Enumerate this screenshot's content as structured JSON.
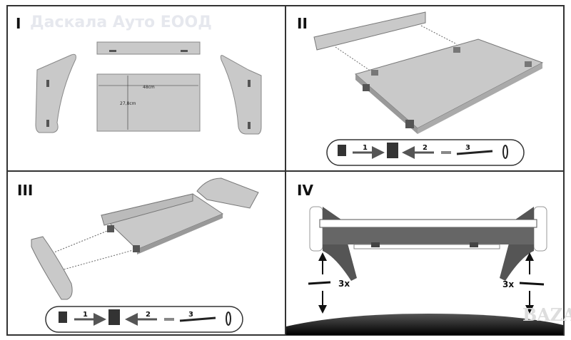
{
  "watermark": "Даскала Ауто ЕООД",
  "watermark_bazar": "BAZAR",
  "panels": [
    {
      "label": "I",
      "width_label": "48cm",
      "height_label": "27,8cm"
    },
    {
      "label": "II",
      "steps": [
        "1",
        "2",
        "3"
      ]
    },
    {
      "label": "III",
      "steps": [
        "1",
        "2",
        "3"
      ]
    },
    {
      "label": "IV",
      "turns_left": "3x",
      "turns_right": "3x"
    }
  ],
  "colors": {
    "panel_fill": "#c9c9c9",
    "dark_part": "#555555",
    "border": "#333333"
  }
}
